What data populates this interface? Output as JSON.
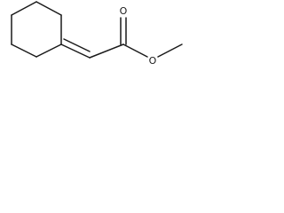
{
  "diagram": {
    "type": "skeletal-structure",
    "atom_labels": {
      "carbonyl_oxygen": "O",
      "ester_oxygen": "O"
    },
    "bond_color": "#1a1a1a",
    "background": "#ffffff"
  }
}
